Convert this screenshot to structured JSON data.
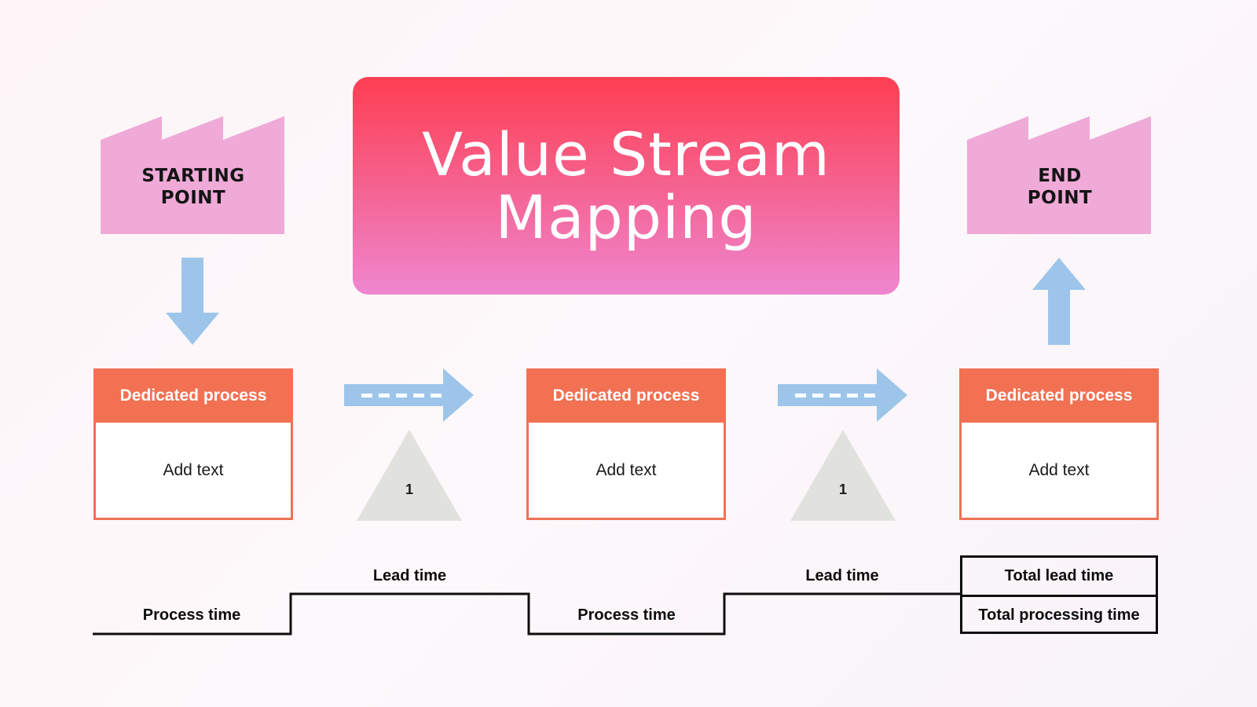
{
  "title": {
    "line1": "Value Stream",
    "line2": "Mapping"
  },
  "start_point": {
    "line1": "STARTING",
    "line2": "POINT"
  },
  "end_point": {
    "line1": "END",
    "line2": "POINT"
  },
  "processes": [
    {
      "header": "Dedicated process",
      "body": "Add text"
    },
    {
      "header": "Dedicated process",
      "body": "Add text"
    },
    {
      "header": "Dedicated process",
      "body": "Add text"
    }
  ],
  "inventories": [
    {
      "value": "1"
    },
    {
      "value": "1"
    }
  ],
  "timeline": {
    "process_time_1": "Process time",
    "lead_time_1": "Lead time",
    "process_time_2": "Process time",
    "lead_time_2": "Lead time"
  },
  "totals": {
    "lead": "Total lead time",
    "processing": "Total processing time"
  },
  "colors": {
    "factory": "#efaad8",
    "arrow": "#9dc5ea",
    "process_accent": "#f27153",
    "inventory": "#e1e2dd",
    "title_top": "#fe3e52",
    "title_bottom": "#ef86d0"
  },
  "icons": {
    "factory": "factory-icon",
    "down_arrow": "arrow-down-icon",
    "up_arrow": "arrow-up-icon",
    "push_arrow": "push-arrow-icon",
    "inventory": "inventory-triangle-icon"
  }
}
